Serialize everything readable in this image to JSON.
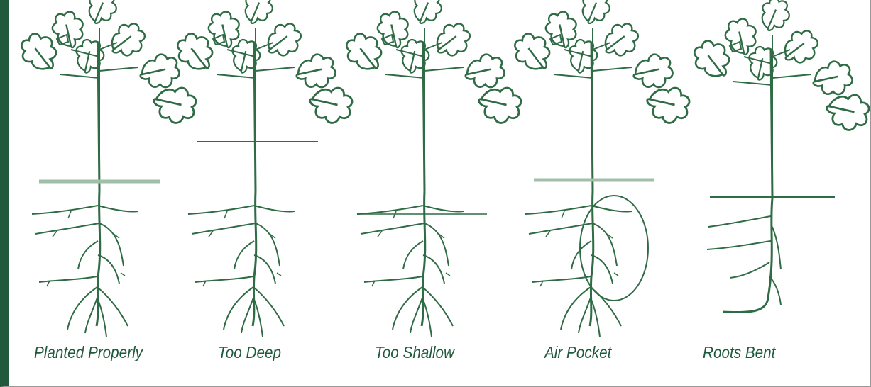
{
  "colors": {
    "ink": "#2f6b45",
    "frame": "#1f5a3c",
    "soil_line": "#9fbfa8"
  },
  "panels": [
    {
      "label": "Planted Properly"
    },
    {
      "label": "Too Deep"
    },
    {
      "label": "Too Shallow"
    },
    {
      "label": "Air Pocket"
    },
    {
      "label": "Roots Bent"
    }
  ]
}
